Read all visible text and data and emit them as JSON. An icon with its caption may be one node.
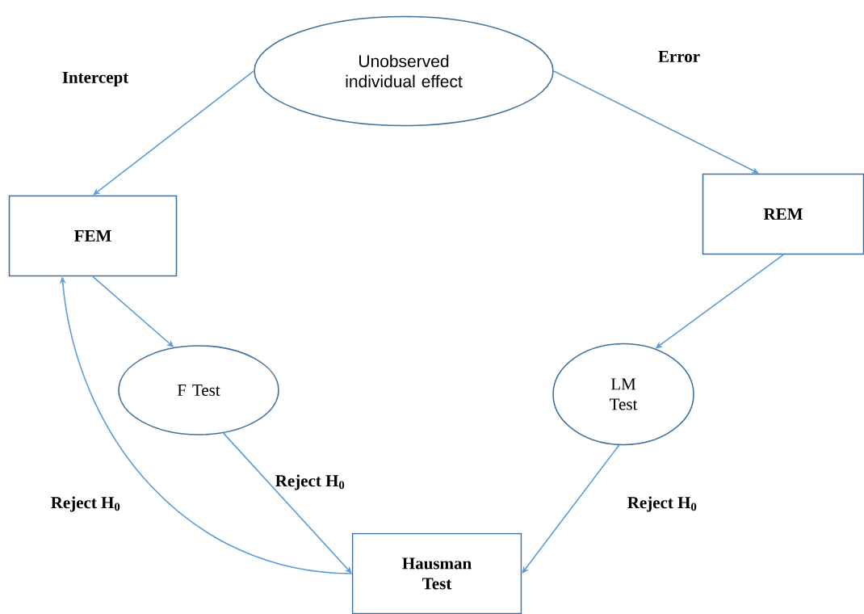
{
  "diagram": {
    "nodes": [
      {
        "text": [
          "Unobserved individual effect"
        ]
      },
      {
        "text": [
          "FEM"
        ]
      },
      {
        "text": [
          "REM"
        ]
      },
      {
        "text": [
          "F Test"
        ]
      },
      {
        "text": [
          "LM Test"
        ]
      },
      {
        "text": [
          "Hausman Test"
        ]
      }
    ],
    "edges": [
      {
        "from": 0,
        "to": 1,
        "arrow": "to",
        "label": "Intercept"
      },
      {
        "from": 0,
        "to": 2,
        "arrow": "to",
        "label": "Error"
      },
      {
        "from": 1,
        "to": 3,
        "arrow": "to"
      },
      {
        "from": 2,
        "to": 4,
        "arrow": "to"
      },
      {
        "from": 3,
        "to": 5,
        "arrow": "to",
        "label": "Reject H$_{0}$"
      },
      {
        "from": 4,
        "to": 5,
        "arrow": "to",
        "label": "Reject H$_{0}$"
      },
      {
        "from": 5,
        "to": 1,
        "arrow": "to",
        "label": "Reject H$_{0}$"
      }
    ]
  }
}
